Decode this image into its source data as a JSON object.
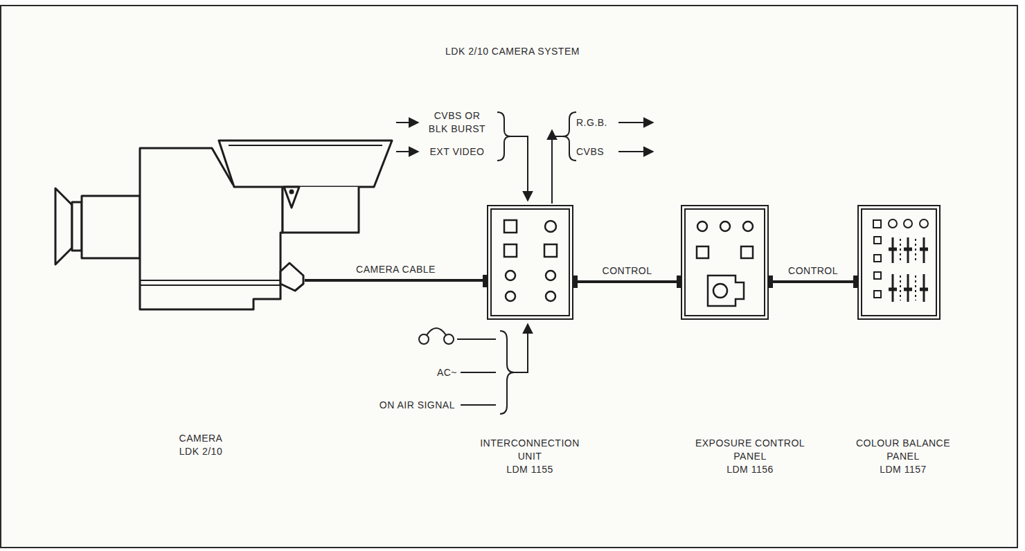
{
  "diagram": {
    "title": "LDK 2/10 CAMERA SYSTEM",
    "nodes": [
      {
        "text": [
          "CAMERA",
          "LDK 2/10"
        ]
      },
      {
        "text": [
          "INTERCONNECTION UNIT",
          "LDM 1155"
        ]
      },
      {
        "text": [
          "EXPOSURE CONTROL PANEL",
          "LDM 1156"
        ]
      },
      {
        "text": [
          "COLOUR BALANCE PANEL",
          "LDM 1157"
        ]
      }
    ],
    "edges": [
      {
        "from": 0,
        "to": 1,
        "arrow": "none",
        "label": "CAMERA CABLE"
      },
      {
        "from": 1,
        "to": 2,
        "arrow": "none",
        "label": "CONTROL"
      },
      {
        "from": 2,
        "to": 3,
        "arrow": "none",
        "label": "CONTROL"
      }
    ],
    "labels": [
      "CVBS OR BLK BURST",
      "EXT VIDEO",
      "R.G.B.",
      "CVBS",
      "AC~",
      "ON AIR SIGNAL"
    ]
  }
}
